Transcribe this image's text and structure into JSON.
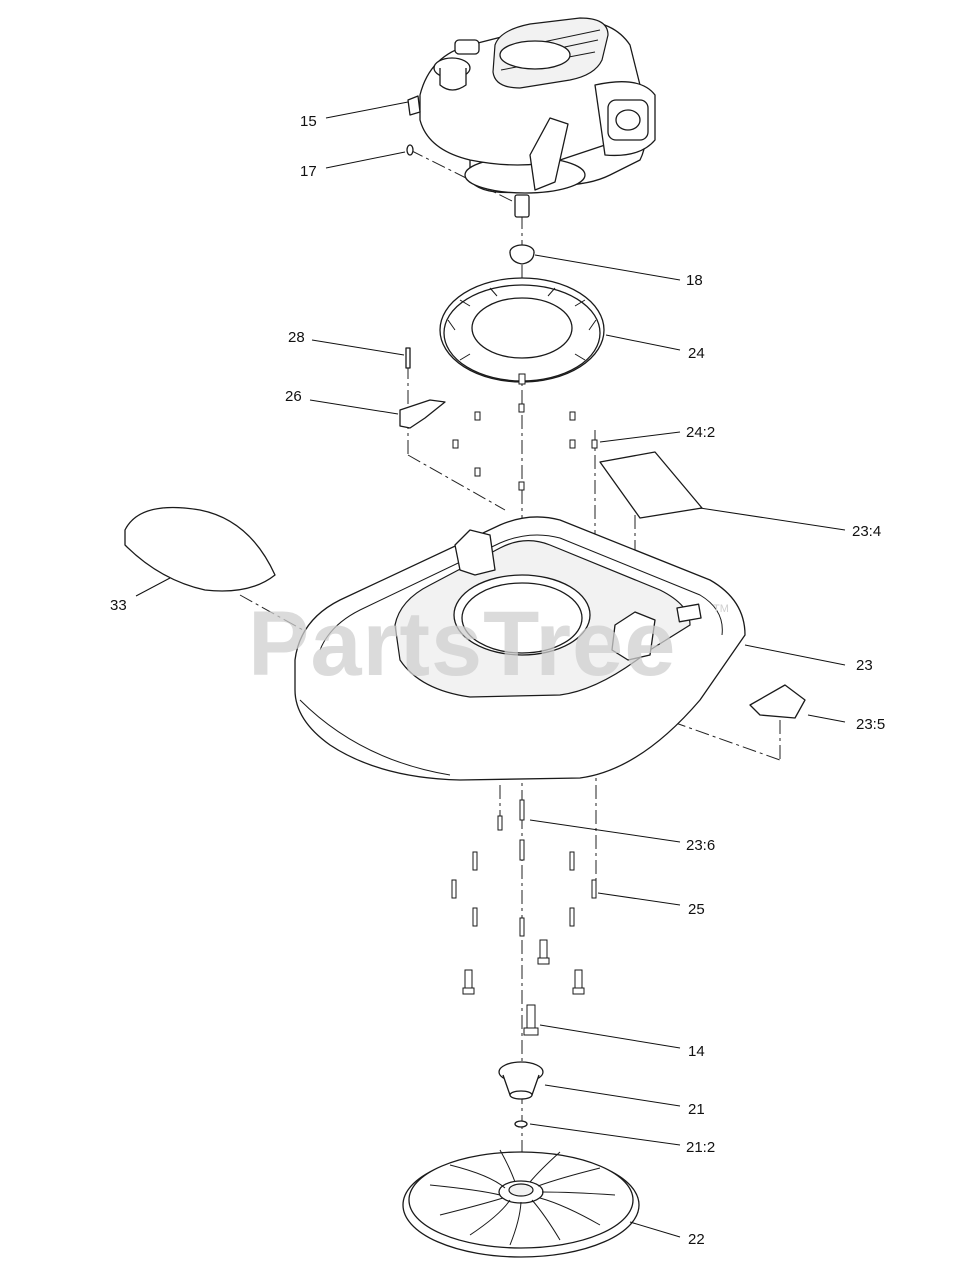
{
  "watermark": {
    "text": "PartsTree",
    "trademark": "TM"
  },
  "callouts": [
    {
      "id": "15",
      "text": "15"
    },
    {
      "id": "17",
      "text": "17"
    },
    {
      "id": "18",
      "text": "18"
    },
    {
      "id": "28",
      "text": "28"
    },
    {
      "id": "24",
      "text": "24"
    },
    {
      "id": "26",
      "text": "26"
    },
    {
      "id": "24-2",
      "text": "24:2"
    },
    {
      "id": "23-4",
      "text": "23:4"
    },
    {
      "id": "33",
      "text": "33"
    },
    {
      "id": "23",
      "text": "23"
    },
    {
      "id": "23-5",
      "text": "23:5"
    },
    {
      "id": "23-6",
      "text": "23:6"
    },
    {
      "id": "25",
      "text": "25"
    },
    {
      "id": "14",
      "text": "14"
    },
    {
      "id": "21",
      "text": "21"
    },
    {
      "id": "21-2",
      "text": "21:2"
    },
    {
      "id": "22",
      "text": "22"
    }
  ],
  "colors": {
    "line": "#1a1a1a",
    "watermark": "#cfcfcf",
    "background": "#ffffff"
  }
}
